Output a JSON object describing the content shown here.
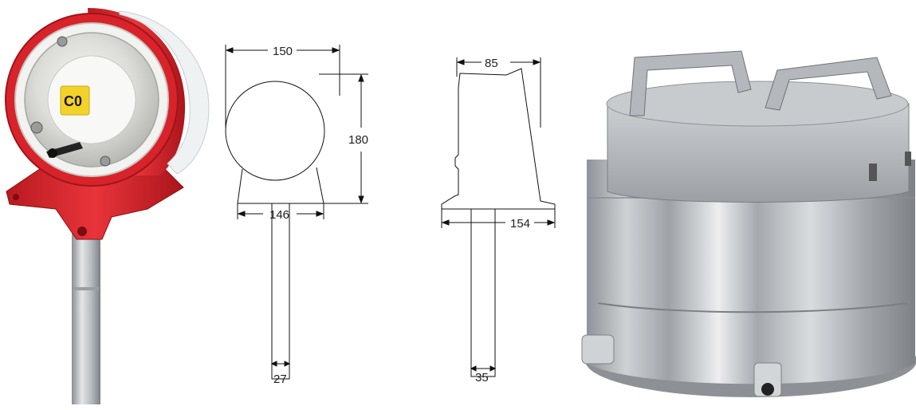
{
  "front_view": {
    "width_label": "150",
    "height_label": "180",
    "base_label": "146",
    "pipe_label": "27"
  },
  "side_view": {
    "depth_label": "85",
    "base_label": "154",
    "pipe_label": "35"
  },
  "detector": {
    "logo_mark": "C0",
    "colors": {
      "housing": "#d8232a",
      "base": "#e0252b",
      "pipe": "#b8bcc0"
    }
  },
  "cover": {
    "colors": {
      "metal": "#a9adb1",
      "highlight": "#e8eaec"
    }
  }
}
